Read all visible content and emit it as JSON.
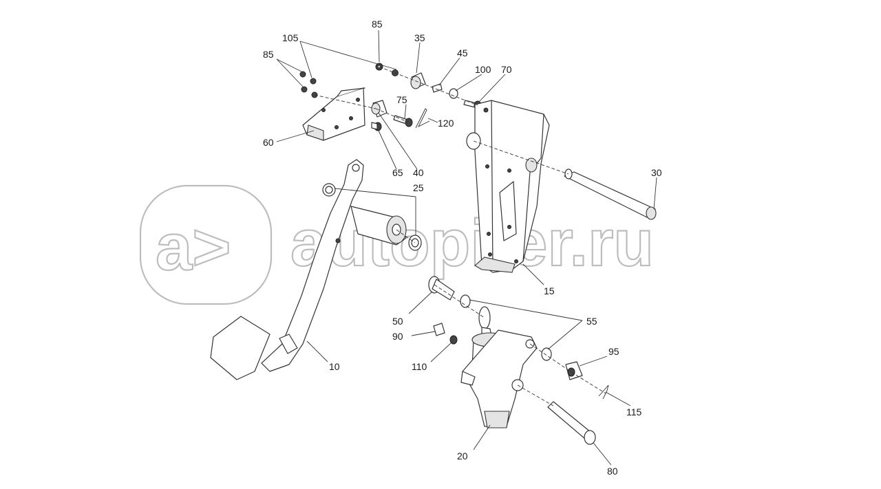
{
  "watermark": {
    "text": "autopiter.ru",
    "logo_glyphs": "a>"
  },
  "colors": {
    "background": "#ffffff",
    "line": "#333333",
    "watermark": "#bdbdbd"
  },
  "callouts": {
    "c85_top": "85",
    "c35": "35",
    "c105": "105",
    "c85_left": "85",
    "c45": "45",
    "c100": "100",
    "c70": "70",
    "c75": "75",
    "c120": "120",
    "c60": "60",
    "c65": "65",
    "c40": "40",
    "c25": "25",
    "c30": "30",
    "c15": "15",
    "c50": "50",
    "c55": "55",
    "c90": "90",
    "c95": "95",
    "c110": "110",
    "c10": "10",
    "c115": "115",
    "c20": "20",
    "c80": "80"
  }
}
